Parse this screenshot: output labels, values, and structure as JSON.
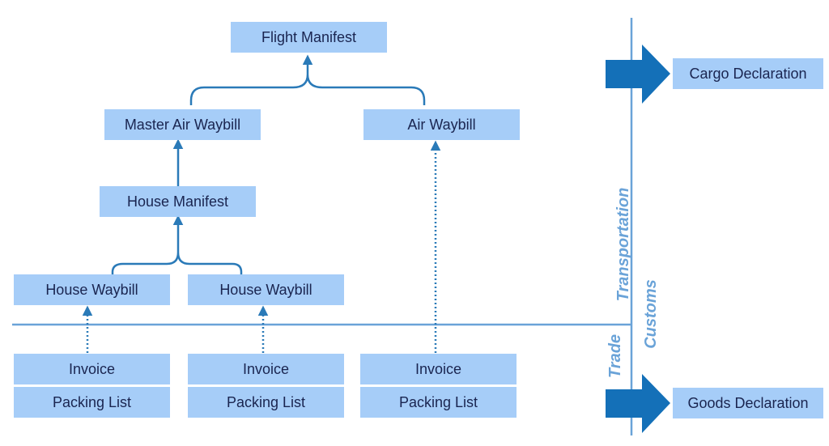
{
  "nodes": {
    "flight_manifest": "Flight Manifest",
    "master_air_waybill": "Master Air Waybill",
    "air_waybill": "Air Waybill",
    "house_manifest": "House Manifest",
    "house_waybill_1": "House Waybill",
    "house_waybill_2": "House Waybill",
    "invoice_1": "Invoice",
    "invoice_2": "Invoice",
    "invoice_3": "Invoice",
    "packing_list_1": "Packing List",
    "packing_list_2": "Packing List",
    "packing_list_3": "Packing List",
    "cargo_declaration": "Cargo Declaration",
    "goods_declaration": "Goods Declaration"
  },
  "zones": {
    "transportation": "Transportation",
    "trade": "Trade",
    "customs": "Customs"
  },
  "colors": {
    "box_fill": "#a6cdf8",
    "connector": "#2a7ab8",
    "divider": "#6aa3d8",
    "big_arrow": "#1470b8",
    "text": "#1a2550",
    "zone_label": "#6aa3d8"
  }
}
